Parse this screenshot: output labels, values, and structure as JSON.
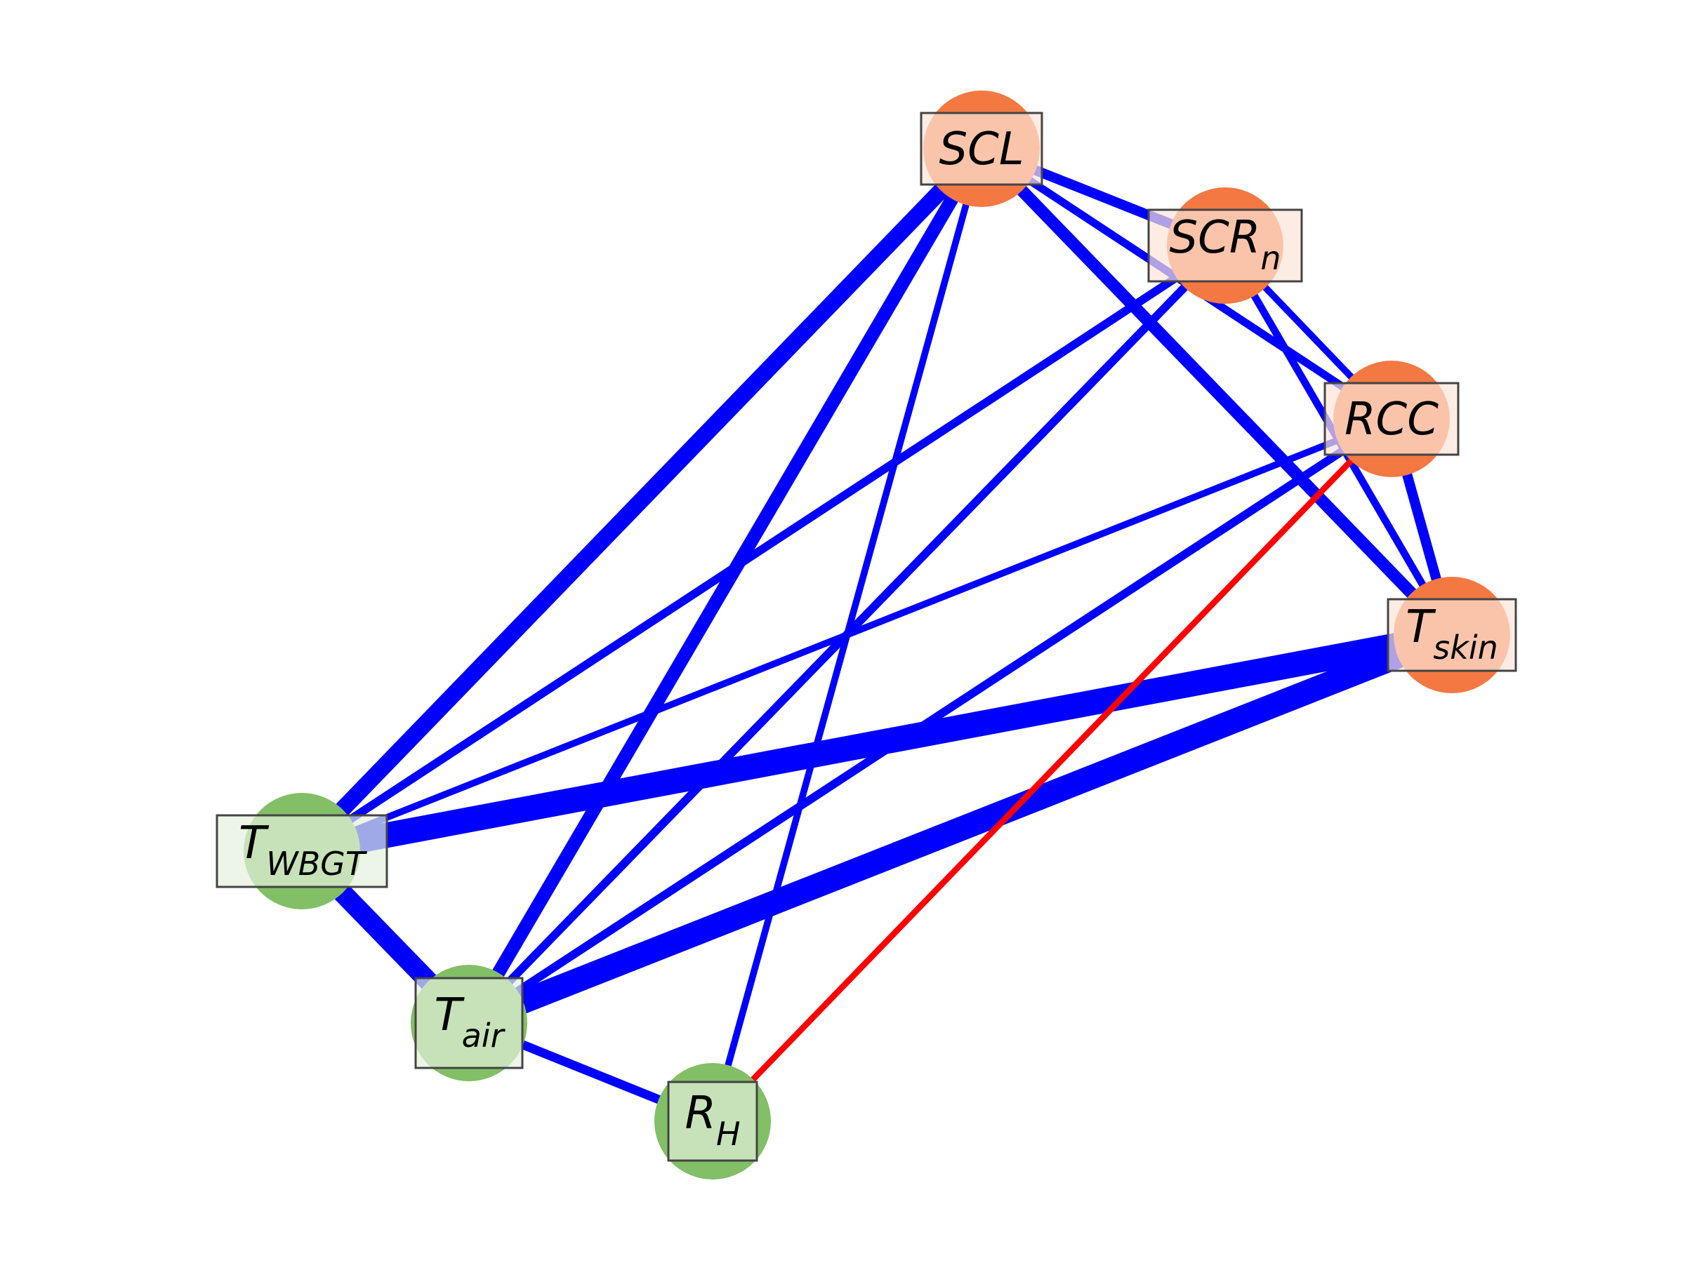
{
  "colors": {
    "positive_edge": "#0000ff",
    "negative_edge": "#ff0000",
    "physio_node": "#f47842",
    "physio_label_bg": "#fce4d8",
    "env_node": "#82bf66",
    "env_label_bg": "#e4f1dd",
    "label_border": "#444444",
    "background": "#ffffff"
  },
  "nodes": [
    {
      "id": "SCL",
      "group": "physiological",
      "label": {
        "base": "SCL",
        "sub": ""
      }
    },
    {
      "id": "SCRn",
      "group": "physiological",
      "label": {
        "base": "SCR",
        "sub": "n"
      }
    },
    {
      "id": "RCC",
      "group": "physiological",
      "label": {
        "base": "RCC",
        "sub": ""
      }
    },
    {
      "id": "Tskin",
      "group": "physiological",
      "label": {
        "base": "T",
        "sub": "skin"
      }
    },
    {
      "id": "TWBGT",
      "group": "environmental",
      "label": {
        "base": "T",
        "sub": "WBGT"
      }
    },
    {
      "id": "Tair",
      "group": "environmental",
      "label": {
        "base": "T",
        "sub": "air"
      }
    },
    {
      "id": "RH",
      "group": "environmental",
      "label": {
        "base": "R",
        "sub": "H"
      }
    }
  ],
  "edges": [
    {
      "source": "TWBGT",
      "target": "Tskin",
      "sign": "positive",
      "strength": 1.0
    },
    {
      "source": "Tair",
      "target": "Tskin",
      "sign": "positive",
      "strength": 0.95
    },
    {
      "source": "TWBGT",
      "target": "Tair",
      "sign": "positive",
      "strength": 0.75
    },
    {
      "source": "TWBGT",
      "target": "SCL",
      "sign": "positive",
      "strength": 0.6
    },
    {
      "source": "Tair",
      "target": "SCL",
      "sign": "positive",
      "strength": 0.45
    },
    {
      "source": "SCL",
      "target": "Tskin",
      "sign": "positive",
      "strength": 0.4
    },
    {
      "source": "SCL",
      "target": "SCRn",
      "sign": "positive",
      "strength": 0.3
    },
    {
      "source": "RCC",
      "target": "Tskin",
      "sign": "positive",
      "strength": 0.3
    },
    {
      "source": "TWBGT",
      "target": "SCRn",
      "sign": "positive",
      "strength": 0.22
    },
    {
      "source": "Tair",
      "target": "SCRn",
      "sign": "positive",
      "strength": 0.22
    },
    {
      "source": "Tair",
      "target": "RCC",
      "sign": "positive",
      "strength": 0.22
    },
    {
      "source": "TWBGT",
      "target": "RCC",
      "sign": "positive",
      "strength": 0.15
    },
    {
      "source": "SCL",
      "target": "RH",
      "sign": "positive",
      "strength": 0.15
    },
    {
      "source": "SCL",
      "target": "RCC",
      "sign": "positive",
      "strength": 0.2
    },
    {
      "source": "SCRn",
      "target": "Tskin",
      "sign": "positive",
      "strength": 0.18
    },
    {
      "source": "SCRn",
      "target": "RCC",
      "sign": "positive",
      "strength": 0.15
    },
    {
      "source": "Tair",
      "target": "RH",
      "sign": "positive",
      "strength": 0.25
    },
    {
      "source": "RCC",
      "target": "RH",
      "sign": "negative",
      "strength": 0.12
    }
  ]
}
